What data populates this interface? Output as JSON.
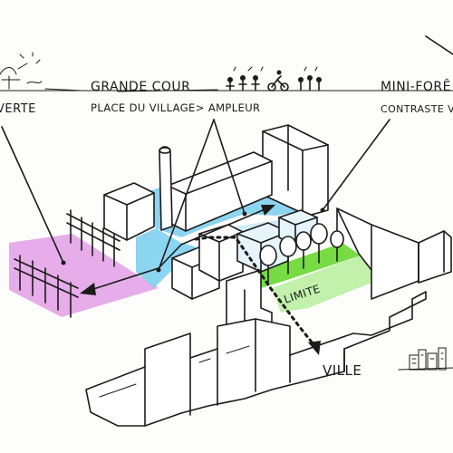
{
  "labels": {
    "left_top": "VERTE",
    "grande_cour": "GRANDE COUR",
    "place_du_village": "PLACE DU VILLAGE> AMPLEUR",
    "mini_foret": "MINI-FORÊ",
    "contraste": "CONTRASTE V",
    "limite": "LIMITE",
    "ville": "VILLE"
  },
  "colors": {
    "pink_zone": "#e39ee6",
    "blue_zone": "#7fd0f0",
    "light_blue": "#cdeaf8",
    "green_zone": "#6fd93a",
    "light_green": "#bff0a6",
    "ink": "#1b1b1b"
  },
  "icons": [
    "people-sketch-icon",
    "cyclist-sketch-icon",
    "bench-sketch-icon",
    "tree-icon",
    "city-skyline-icon"
  ]
}
